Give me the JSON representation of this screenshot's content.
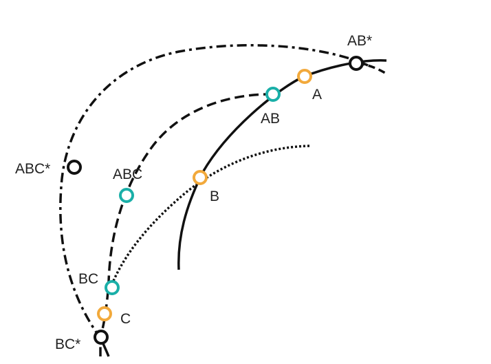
{
  "diagram": {
    "colors": {
      "line": "#111111",
      "orange": "#F2A93B",
      "teal": "#1AAFA8",
      "black_marker": "#111111",
      "background": "#FFFFFF"
    },
    "labels": {
      "ab_star": "AB*",
      "a": "A",
      "ab": "AB",
      "abc_star": "ABC*",
      "abc": "ABC",
      "b": "B",
      "bc": "BC",
      "c": "C",
      "bc_star": "BC*"
    },
    "curve_styles": {
      "outer": "dash-dot",
      "middle": "dashed",
      "inner_right": "solid",
      "inner_left": "dotted"
    }
  }
}
